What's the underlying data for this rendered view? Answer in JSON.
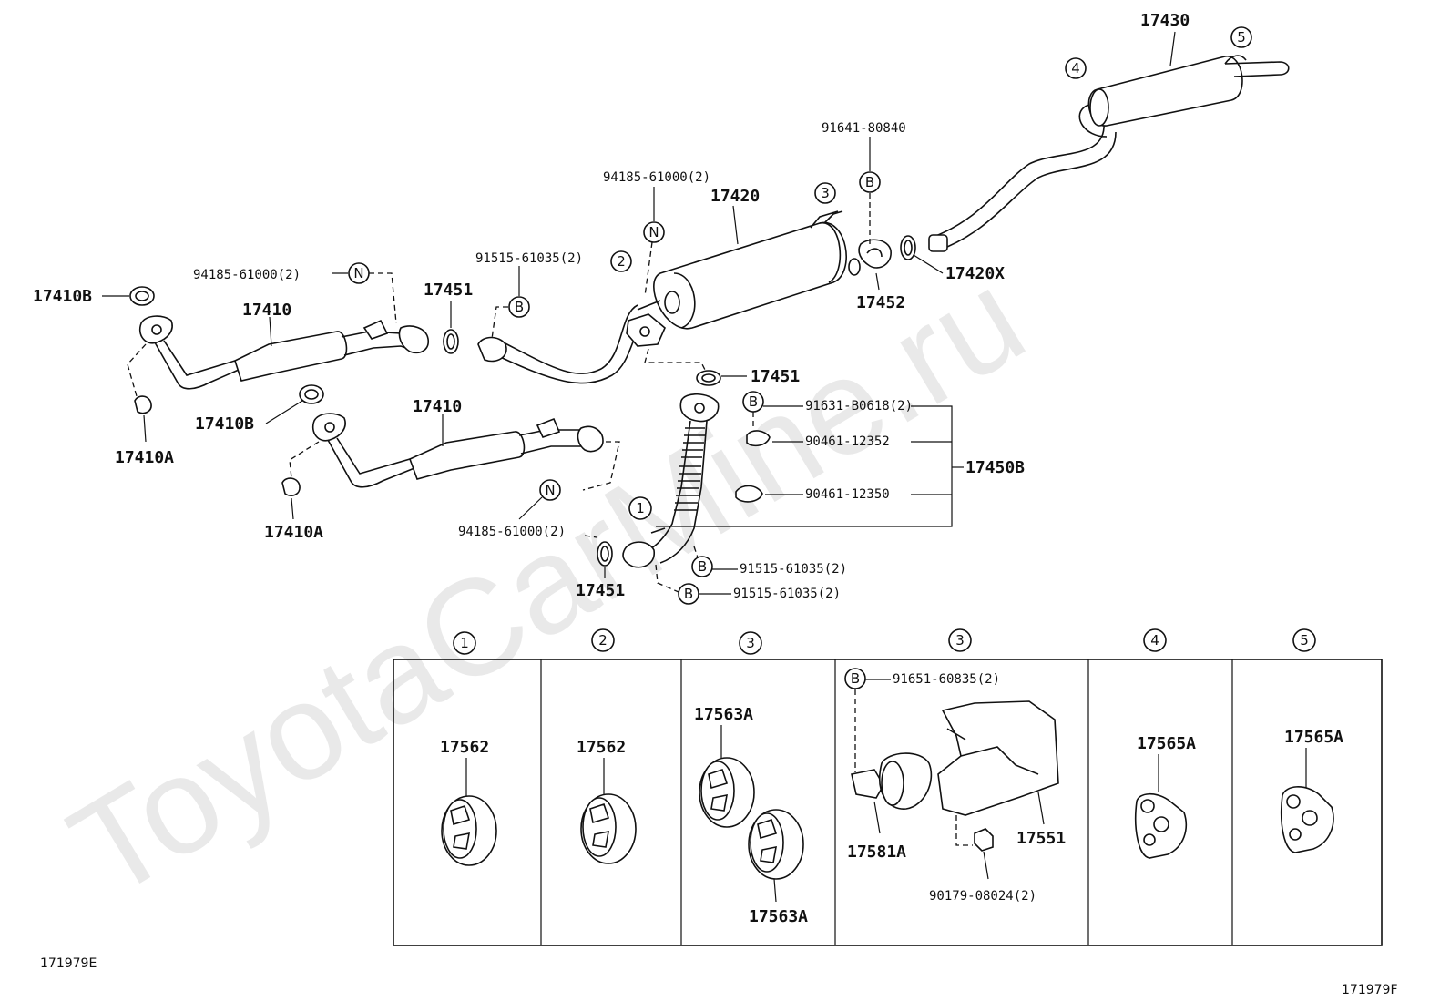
{
  "watermark": "ToyotaCarMine.ru",
  "footer": {
    "left_code": "171979E",
    "right_code": "171979F"
  },
  "symbols": {
    "b": "B",
    "n": "N",
    "c1": "1",
    "c2": "2",
    "c3": "3",
    "c4": "4",
    "c5": "5"
  },
  "parts": {
    "p17430": "17430",
    "p17420": "17420",
    "p17420x": "17420X",
    "p17452": "17452",
    "p17451_top": "17451",
    "p17451_mid": "17451",
    "p17451_bot": "17451",
    "p17410_top": "17410",
    "p17410_bot": "17410",
    "p17410b_top": "17410B",
    "p17410b_bot": "17410B",
    "p17410a_top": "17410A",
    "p17410a_bot": "17410A",
    "p17450b": "17450B",
    "bolt_91641": "91641-80840",
    "bolt_94185_a": "94185-61000(2)",
    "bolt_94185_b": "94185-61000(2)",
    "bolt_94185_c": "94185-61000(2)",
    "bolt_91515_a": "91515-61035(2)",
    "bolt_91515_b": "91515-61035(2)",
    "bolt_91515_c": "91515-61035(2)",
    "bolt_91631": "91631-B0618(2)",
    "clamp_90461_12352": "90461-12352",
    "clamp_90461_12350": "90461-12350"
  },
  "panels": [
    {
      "index": "1",
      "labels": [
        "17562"
      ]
    },
    {
      "index": "2",
      "labels": [
        "17562"
      ]
    },
    {
      "index": "3",
      "labels": [
        "17563A",
        "17563A"
      ]
    },
    {
      "index": "3",
      "labels": [
        "91651-60835(2)",
        "17581A",
        "17551",
        "90179-08024(2)"
      ]
    },
    {
      "index": "4",
      "labels": [
        "17565A"
      ]
    },
    {
      "index": "5",
      "labels": [
        "17565A"
      ]
    }
  ]
}
